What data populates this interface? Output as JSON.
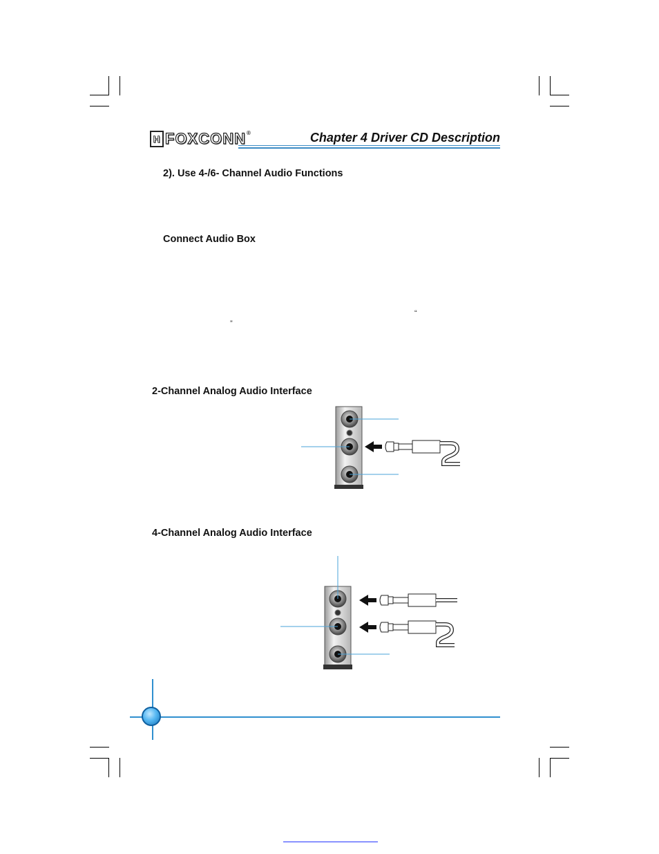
{
  "header": {
    "brand": "FOXCONN",
    "brand_mark": "H",
    "registered": "®",
    "chapter_title": "Chapter 4  Driver CD Description"
  },
  "sections": {
    "use_channels": "2). Use 4-/6- Channel Audio Functions",
    "connect_box": "Connect Audio Box",
    "two_channel": "2-Channel Analog Audio Interface",
    "four_channel": "4-Channel Analog Audio Interface"
  },
  "quotes": {
    "open": "“",
    "close": "”"
  },
  "colors": {
    "accent_blue": "#2f8fcf",
    "callout_line": "#4aa3d8"
  }
}
